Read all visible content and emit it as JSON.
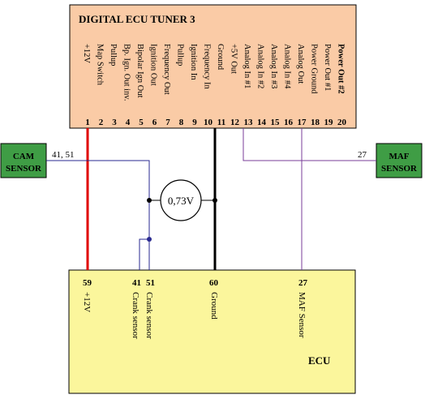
{
  "colors": {
    "tuner_fill": "#FACBA6",
    "ecu_fill": "#FBF69C",
    "sensor_fill": "#3F9D45",
    "wire_red": "#E00000",
    "wire_black": "#000000",
    "wire_blue": "#2A2A90",
    "wire_purple": "#7A3D9A"
  },
  "tuner": {
    "title": "DIGITAL ECU TUNER 3",
    "pins": [
      {
        "num": "1",
        "label": "+12V"
      },
      {
        "num": "2",
        "label": "Map Switch"
      },
      {
        "num": "3",
        "label": "Pullup"
      },
      {
        "num": "4",
        "label": "Bp. Ign. Out inv."
      },
      {
        "num": "5",
        "label": "Bipolar Ign Out"
      },
      {
        "num": "6",
        "label": "Ignition Out"
      },
      {
        "num": "7",
        "label": "Frequency Out"
      },
      {
        "num": "8",
        "label": "Pullup"
      },
      {
        "num": "9",
        "label": "Ignition In"
      },
      {
        "num": "10",
        "label": "Frequency In"
      },
      {
        "num": "11",
        "label": "Ground"
      },
      {
        "num": "12",
        "label": "+5V Out"
      },
      {
        "num": "13",
        "label": "Analog In #1"
      },
      {
        "num": "14",
        "label": "Analog In #2"
      },
      {
        "num": "15",
        "label": "Analog In #3"
      },
      {
        "num": "16",
        "label": "Analog In #4"
      },
      {
        "num": "17",
        "label": "Analog Out"
      },
      {
        "num": "18",
        "label": "Power Ground"
      },
      {
        "num": "19",
        "label": "Power Out #1"
      },
      {
        "num": "20",
        "label": "Power Out #2"
      }
    ]
  },
  "sensors": {
    "cam": {
      "line1": "CAM",
      "line2": "SENSOR",
      "wire_label": "41, 51"
    },
    "maf": {
      "line1": "MAF",
      "line2": "SENSOR",
      "wire_label": "27"
    }
  },
  "voltmeter": {
    "reading": "0,73V"
  },
  "ecu": {
    "title": "ECU",
    "pins": [
      {
        "num": "59",
        "label": "+12V"
      },
      {
        "num": "41",
        "label": "Crank sensor"
      },
      {
        "num": "51",
        "label": "Crank sensor"
      },
      {
        "num": "60",
        "label": "Ground"
      },
      {
        "num": "27",
        "label": "MAF Sensor"
      }
    ]
  }
}
